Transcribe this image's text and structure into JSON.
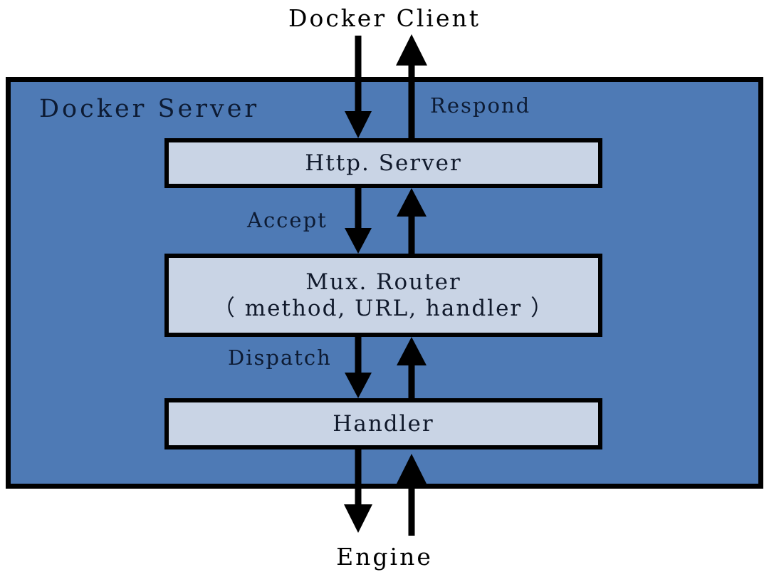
{
  "diagram": {
    "title_top": "Docker Client",
    "title_bottom": "Engine",
    "server": {
      "label": "Docker Server",
      "background_color": "#4e7ab5",
      "border_color": "#000000"
    },
    "components": [
      {
        "id": "http-server",
        "lines": [
          "Http. Server"
        ],
        "fill_color": "#c9d4e5"
      },
      {
        "id": "mux-router",
        "lines": [
          "Mux. Router",
          "（ method, URL, handler ）"
        ],
        "fill_color": "#c9d4e5"
      },
      {
        "id": "handler",
        "lines": [
          "Handler"
        ],
        "fill_color": "#c9d4e5"
      }
    ],
    "flow_labels": {
      "respond": "Respond",
      "accept": "Accept",
      "dispatch": "Dispatch"
    },
    "arrows": [
      {
        "name": "client-to-http-server",
        "direction": "down",
        "label": ""
      },
      {
        "name": "http-server-to-client",
        "direction": "up",
        "label": "Respond"
      },
      {
        "name": "http-server-to-mux-router",
        "direction": "down",
        "label": "Accept"
      },
      {
        "name": "mux-router-to-http-server",
        "direction": "up",
        "label": ""
      },
      {
        "name": "mux-router-to-handler",
        "direction": "down",
        "label": "Dispatch"
      },
      {
        "name": "handler-to-mux-router",
        "direction": "up",
        "label": ""
      },
      {
        "name": "handler-to-engine",
        "direction": "down",
        "label": ""
      },
      {
        "name": "engine-to-handler",
        "direction": "up",
        "label": ""
      }
    ],
    "colors": {
      "stroke": "#000000",
      "server_fill": "#4e7ab5",
      "box_fill": "#c9d4e5",
      "text_dark": "#0d1b33",
      "page_background": "#ffffff"
    }
  }
}
